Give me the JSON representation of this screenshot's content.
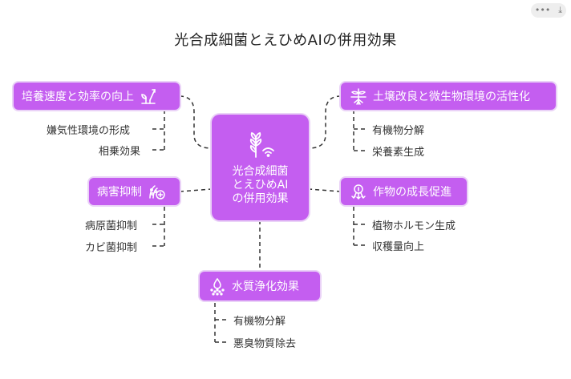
{
  "title": "光合成細菌とえひめAIの併用効果",
  "toolbar": {
    "more_icon": "more-dots-icon",
    "download_icon": "download-icon",
    "more_label": "•••",
    "download_label": "⤓"
  },
  "center": {
    "lines": [
      "光合成細菌",
      "とえひめAI",
      "の併用効果"
    ],
    "icon": "wheat-wifi-icon"
  },
  "branches": {
    "efficiency": {
      "label": "培養速度と効率の向上",
      "icon": "plant-growth-icon",
      "leaves": [
        "嫌気性環境の形成",
        "相乗効果"
      ]
    },
    "disease": {
      "label": "病害抑制",
      "icon": "bacteria-shield-icon",
      "leaves": [
        "病原菌抑制",
        "カビ菌抑制"
      ]
    },
    "water": {
      "label": "水質浄化効果",
      "icon": "water-spray-icon",
      "leaves": [
        "有機物分解",
        "悪臭物質除去"
      ]
    },
    "soil": {
      "label": "土壌改良と微生物環境の活性化",
      "icon": "sprout-roots-icon",
      "leaves": [
        "有機物分解",
        "栄養素生成"
      ]
    },
    "crop": {
      "label": "作物の成長促進",
      "icon": "growth-arrows-icon",
      "leaves": [
        "植物ホルモン生成",
        "収穫量向上"
      ]
    }
  },
  "colors": {
    "node": "#c45ef0",
    "node_halo": "#ead2f7",
    "connector": "#333333"
  }
}
